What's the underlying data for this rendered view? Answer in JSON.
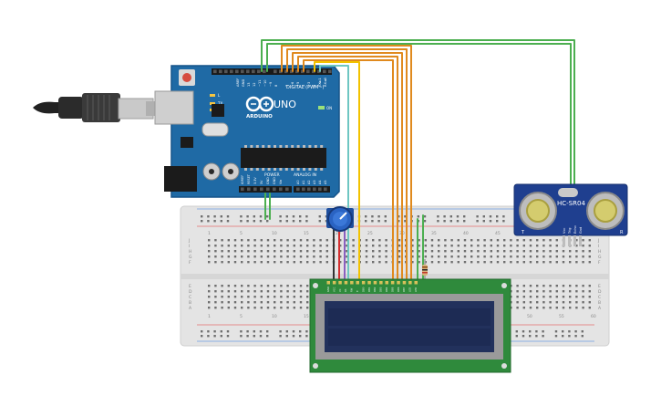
{
  "arduino": {
    "aref": "AREF",
    "gnd": "GND",
    "pins_high": [
      "13",
      "12",
      "~11",
      "~10",
      "~9",
      "8"
    ],
    "pins_low": [
      "7",
      "~6",
      "~5",
      "4",
      "~3",
      "2",
      "TX►1",
      "RX◄0"
    ],
    "digital_label": "DIGITAL (PWM~)",
    "brand": "ARDUINO",
    "model": "UNO",
    "led_tx": "TX",
    "led_rx": "RX",
    "led_l": "L",
    "led_on": "ON",
    "power_label": "POWER",
    "power_pins": [
      "IOREF",
      "RESET",
      "3.3V",
      "5V",
      "GND",
      "GND",
      "Vin"
    ],
    "analog_label": "ANALOG IN",
    "analog_pins": [
      "A0",
      "A1",
      "A2",
      "A3",
      "A4",
      "A5"
    ]
  },
  "breadboard": {
    "row_letters_top": [
      "J",
      "I",
      "H",
      "G",
      "F"
    ],
    "row_letters_bottom": [
      "E",
      "D",
      "C",
      "B",
      "A"
    ],
    "column_numbers": [
      "1",
      "5",
      "10",
      "15",
      "20",
      "25",
      "30",
      "35",
      "40",
      "45",
      "50",
      "55",
      "60"
    ]
  },
  "sensor": {
    "model": "HC-SR04",
    "pins": [
      "Vcc",
      "Trig",
      "Echo",
      "Gnd"
    ],
    "left_mark": "T",
    "right_mark": "R"
  },
  "lcd": {
    "pins": [
      "GND",
      "VCC",
      "V0",
      "RS",
      "RW",
      "E",
      "DB0",
      "DB1",
      "DB2",
      "DB3",
      "DB4",
      "DB5",
      "DB6",
      "DB7",
      "LED",
      "LED"
    ]
  },
  "colors": {
    "board_blue": "#1f6aa5",
    "breadboard": "#e4e4e4",
    "lcd_green": "#2f8a3c",
    "lcd_screen": "#22315c",
    "wire_green": "#4caf50",
    "wire_orange": "#e08a1e",
    "wire_yellow": "#f2c200",
    "wire_red": "#d32f2f",
    "wire_cyan": "#6ec6c2",
    "wire_black": "#333333"
  },
  "icons": {
    "usb": "usb-cable-icon",
    "pot": "potentiometer-icon",
    "resistor": "resistor-icon"
  }
}
